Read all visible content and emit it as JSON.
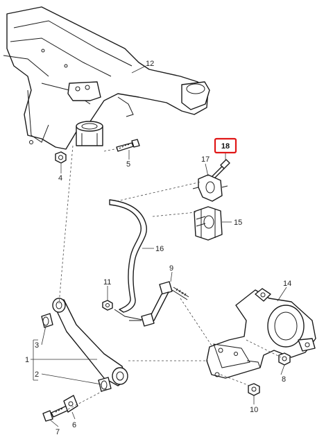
{
  "callouts": {
    "c1": "1",
    "c2": "2",
    "c3": "3",
    "c4": "4",
    "c5": "5",
    "c6": "6",
    "c7": "7",
    "c8": "8",
    "c9": "9",
    "c10": "10",
    "c11": "11",
    "c12": "12",
    "c14": "14",
    "c15": "15",
    "c16": "16",
    "c17": "17",
    "c18": "18"
  },
  "highlight_color": "#e01717"
}
